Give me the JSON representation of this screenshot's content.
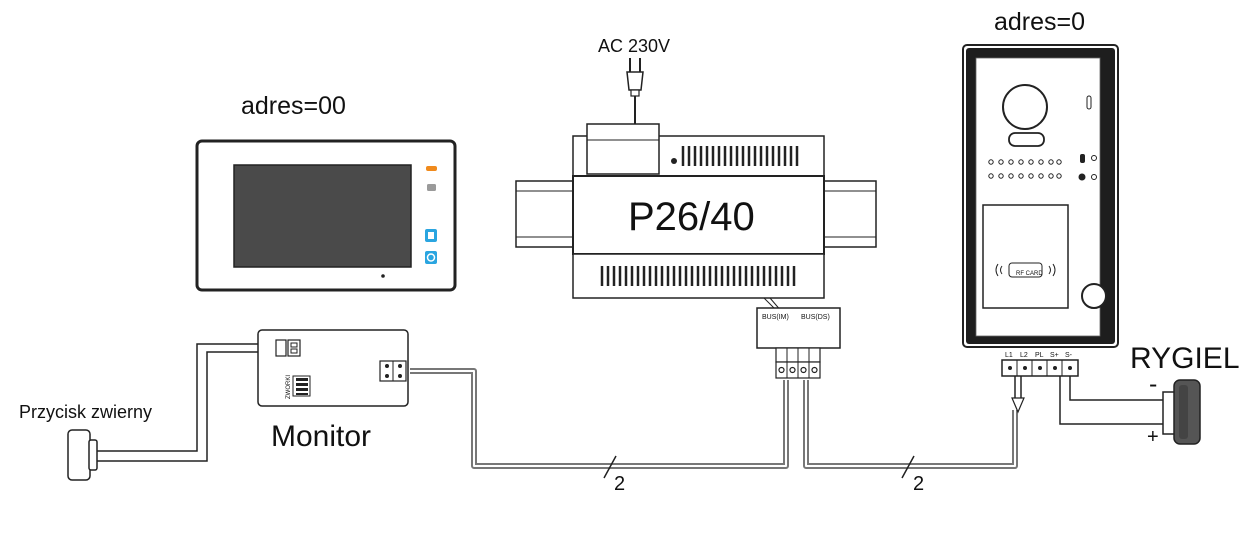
{
  "labels": {
    "monitor_address": "adres=00",
    "door_station_address": "adres=0",
    "power_supply": "AC 230V",
    "power_unit_model": "P26/40",
    "bus_im": "BUS(IM)",
    "bus_ds": "BUS(DS)",
    "monitor_module": "Monitor",
    "jumpers": "ZWORKI",
    "door_button": "Przycisk zwierny",
    "lock": "RYGIEL",
    "lock_minus": "-",
    "lock_plus": "+",
    "wire_count_left": "2",
    "wire_count_right": "2",
    "rf_card": "RF CARD",
    "terminals": [
      "L1",
      "L2",
      "PL",
      "S+",
      "S-"
    ]
  },
  "colors": {
    "line": "#222222",
    "monitor_screen": "#4a4a4a",
    "led_orange": "#f08a1c",
    "button_blue": "#2aa5e0",
    "unit_fill": "#ffffff",
    "door_panel": "#1e1e1e",
    "wire_bundle": "#777777"
  }
}
